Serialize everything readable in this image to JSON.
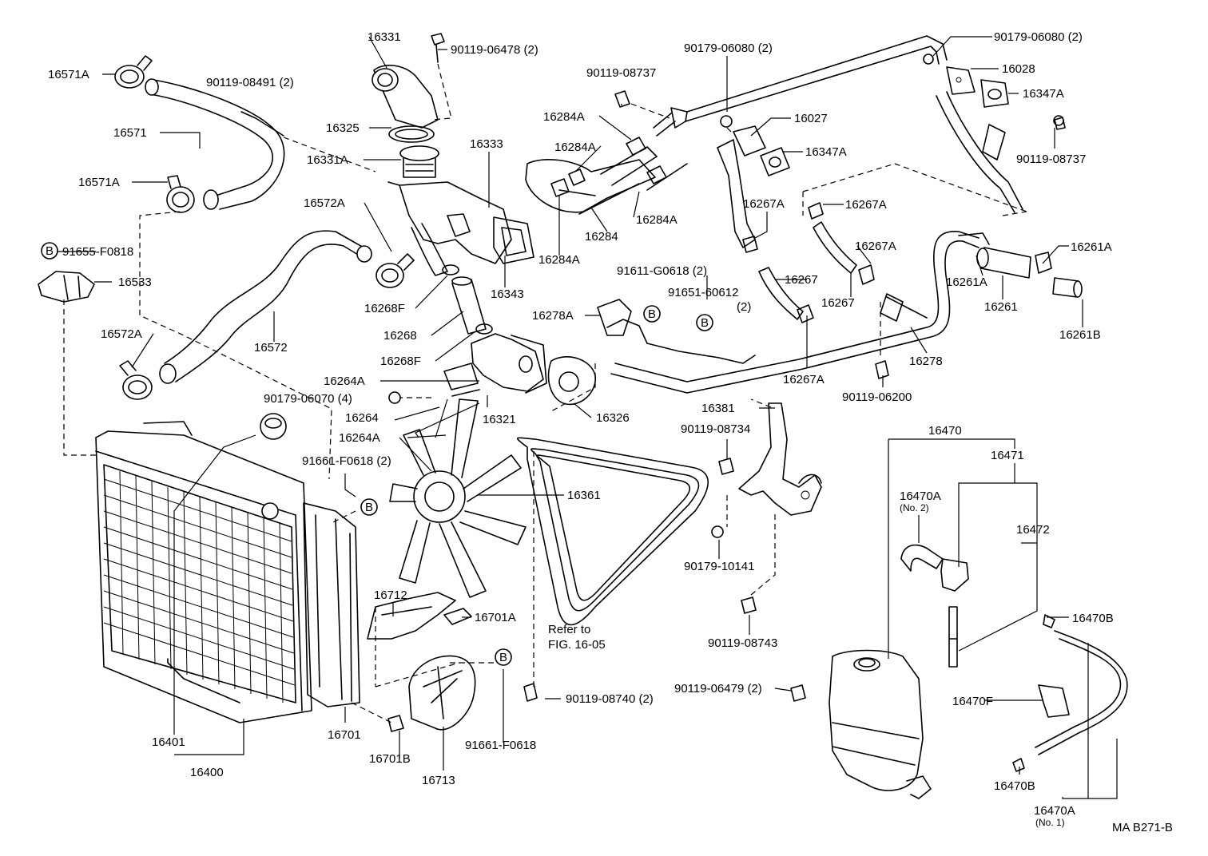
{
  "labels": {
    "p16331": "16331",
    "p90119_06478": "90119-06478 (2)",
    "p16571A_top": "16571A",
    "p90119_08491": "90119-08491 (2)",
    "p16571": "16571",
    "p16325": "16325",
    "p16331A": "16331A",
    "p16333": "16333",
    "p16571A_mid": "16571A",
    "p16572A_top": "16572A",
    "p91655": "91655-F0818",
    "p16533": "16533",
    "p16268F_a": "16268F",
    "p16268": "16268",
    "p16268F_b": "16268F",
    "p16572A_bot": "16572A",
    "p16572": "16572",
    "p16343": "16343",
    "p16264A_a": "16264A",
    "p90179_06070": "90179-06070 (4)",
    "p16264": "16264",
    "p16264A_b": "16264A",
    "p16321": "16321",
    "p16326": "16326",
    "p91661_a": "91661-F0618 (2)",
    "p16361": "16361",
    "p16712": "16712",
    "p16701A": "16701A",
    "p16401": "16401",
    "p16400": "16400",
    "p16701": "16701",
    "p16701B": "16701B",
    "p16713": "16713",
    "p91661_b": "91661-F0618",
    "refer1": "Refer to",
    "refer2": "FIG. 16-05",
    "p90119_08740": "90119-08740 (2)",
    "p90119_08737_a": "90119-08737",
    "p16284A_a": "16284A",
    "p16284A_b": "16284A",
    "p16284A_c": "16284A",
    "p16284": "16284",
    "p16284A_d": "16284A",
    "p90179_06080_a": "90179-06080 (2)",
    "p16027": "16027",
    "p16347A_a": "16347A",
    "p16267A_a": "16267A",
    "p16267A_b": "16267A",
    "p16267A_c": "16267A",
    "p16267_a": "16267",
    "p16267_b": "16267",
    "p91611": "91611-G0618 (2)",
    "p91651": "91651-60612",
    "p91651_qty": "(2)",
    "p16278A": "16278A",
    "p16267A_d": "16267A",
    "p90119_06200": "90119-06200",
    "p16278": "16278",
    "p90179_06080_b": "90179-06080 (2)",
    "p16028": "16028",
    "p16347A_b": "16347A",
    "p90119_08737_b": "90119-08737",
    "p16261A_a": "16261A",
    "p16261A_b": "16261A",
    "p16261": "16261",
    "p16261B": "16261B",
    "p16381": "16381",
    "p90119_08734": "90119-08734",
    "p90179_10141": "90179-10141",
    "p90119_08743": "90119-08743",
    "p90119_06479": "90119-06479 (2)",
    "p16470": "16470",
    "p16471": "16471",
    "p16470A_top": "16470A",
    "no2": "(No. 2)",
    "p16472": "16472",
    "p16470B_a": "16470B",
    "p16470F": "16470F",
    "p16470B_b": "16470B",
    "p16470A_bot": "16470A",
    "no1": "(No. 1)",
    "ref_code": "MA  B271-B",
    "callout_b": "B"
  }
}
